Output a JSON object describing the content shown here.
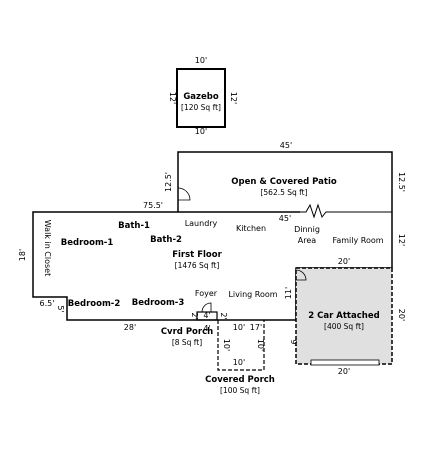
{
  "title": "",
  "gazebo": {
    "name": "Gazebo",
    "area": "[120 Sq ft]",
    "dim_top": "10'",
    "dim_bottom": "10'",
    "dim_left": "12'",
    "dim_right": "12'"
  },
  "patio": {
    "name": "Open & Covered Patio",
    "area": "[562.5 Sq ft]",
    "dim_top": "45'",
    "dim_bottom": "45'",
    "dim_left": "12.5'",
    "dim_right": "12.5'"
  },
  "house": {
    "name": "First Floor",
    "area": "[1476 Sq ft]",
    "dim_top": "75.5'",
    "dim_left": "18'",
    "dim_right": "12'",
    "dim_bottom": "28'",
    "dim_step": "6.5'",
    "dim_step2": "5'",
    "dim_living_right": "11'"
  },
  "rooms": {
    "bedroom1": "Bedroom-1",
    "bedroom2": "Bedroom-2",
    "bedroom3": "Bedroom-3",
    "bath1": "Bath-1",
    "bath2": "Bath-2",
    "laundry": "Laundry",
    "kitchen": "Kitchen",
    "dinning1": "Dinnig",
    "dinning2": "Area",
    "family": "Family Room",
    "walkin": "Walk in Closet",
    "foyer": "Foyer",
    "living": "Living Room"
  },
  "garage": {
    "name": "2 Car Attached",
    "area": "[400 Sq ft]",
    "dim_top": "20'",
    "dim_bottom": "20'",
    "dim_right": "20'",
    "dim_left": "9'"
  },
  "cvrd_porch": {
    "name": "Cvrd Porch",
    "area": "[8 Sq ft]",
    "dim_top": "4'",
    "dim_left": "2'",
    "dim_right": "2'",
    "dim_bottom": "4'"
  },
  "covered_porch": {
    "name": "Covered Porch",
    "area": "[100 Sq ft]",
    "dim_top": "10'",
    "dim_top_right": "17'",
    "dim_left": "10'",
    "dim_right": "10'",
    "dim_bottom": "10'"
  }
}
